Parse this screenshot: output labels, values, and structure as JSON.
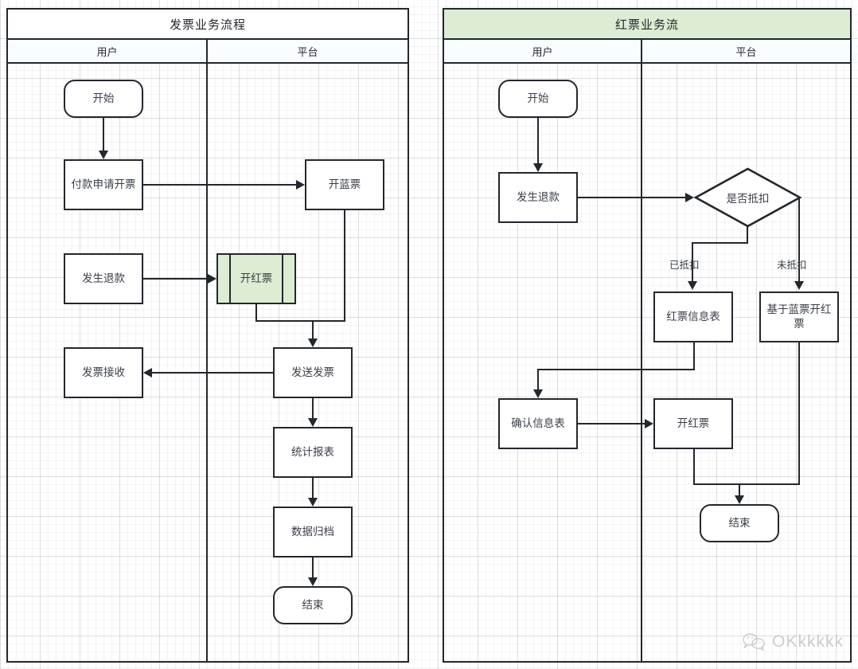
{
  "pools": [
    {
      "id": "invoice-pool",
      "title": "发票业务流程",
      "title_style": "plain",
      "lanes": [
        {
          "id": "lane-user-left",
          "label": "用户"
        },
        {
          "id": "lane-platform-left",
          "label": "平台"
        }
      ]
    },
    {
      "id": "redinvoice-pool",
      "title": "红票业务流",
      "title_style": "green",
      "lanes": [
        {
          "id": "lane-user-right",
          "label": "用户"
        },
        {
          "id": "lane-platform-right",
          "label": "平台"
        }
      ]
    }
  ],
  "left_flow": {
    "nodes": {
      "start": "开始",
      "apply": "付款申请开票",
      "blue": "开蓝票",
      "refund": "发生退款",
      "red": "开红票",
      "receive": "发票接收",
      "send": "发送发票",
      "report": "统计报表",
      "archive": "数据归档",
      "end": "结束"
    }
  },
  "right_flow": {
    "nodes": {
      "start": "开始",
      "refund": "发生退款",
      "decision": "是否抵扣",
      "redinfo": "红票信息表",
      "bluebased": "基于蓝票开红票",
      "confirm": "确认信息表",
      "issue": "开红票",
      "end": "结束"
    },
    "edge_labels": {
      "deducted": "已抵扣",
      "not_deducted": "未抵扣"
    }
  },
  "watermark": {
    "text": "OKkkkkk",
    "icon": "wechat-icon"
  },
  "colors": {
    "stroke": "#23272e",
    "highlight_fill": "#dcedd3",
    "lane_header_fill": "#fafdff",
    "node_fill": "#ffffff",
    "text": "#3a3f47",
    "watermark": "#c9ccd1"
  }
}
